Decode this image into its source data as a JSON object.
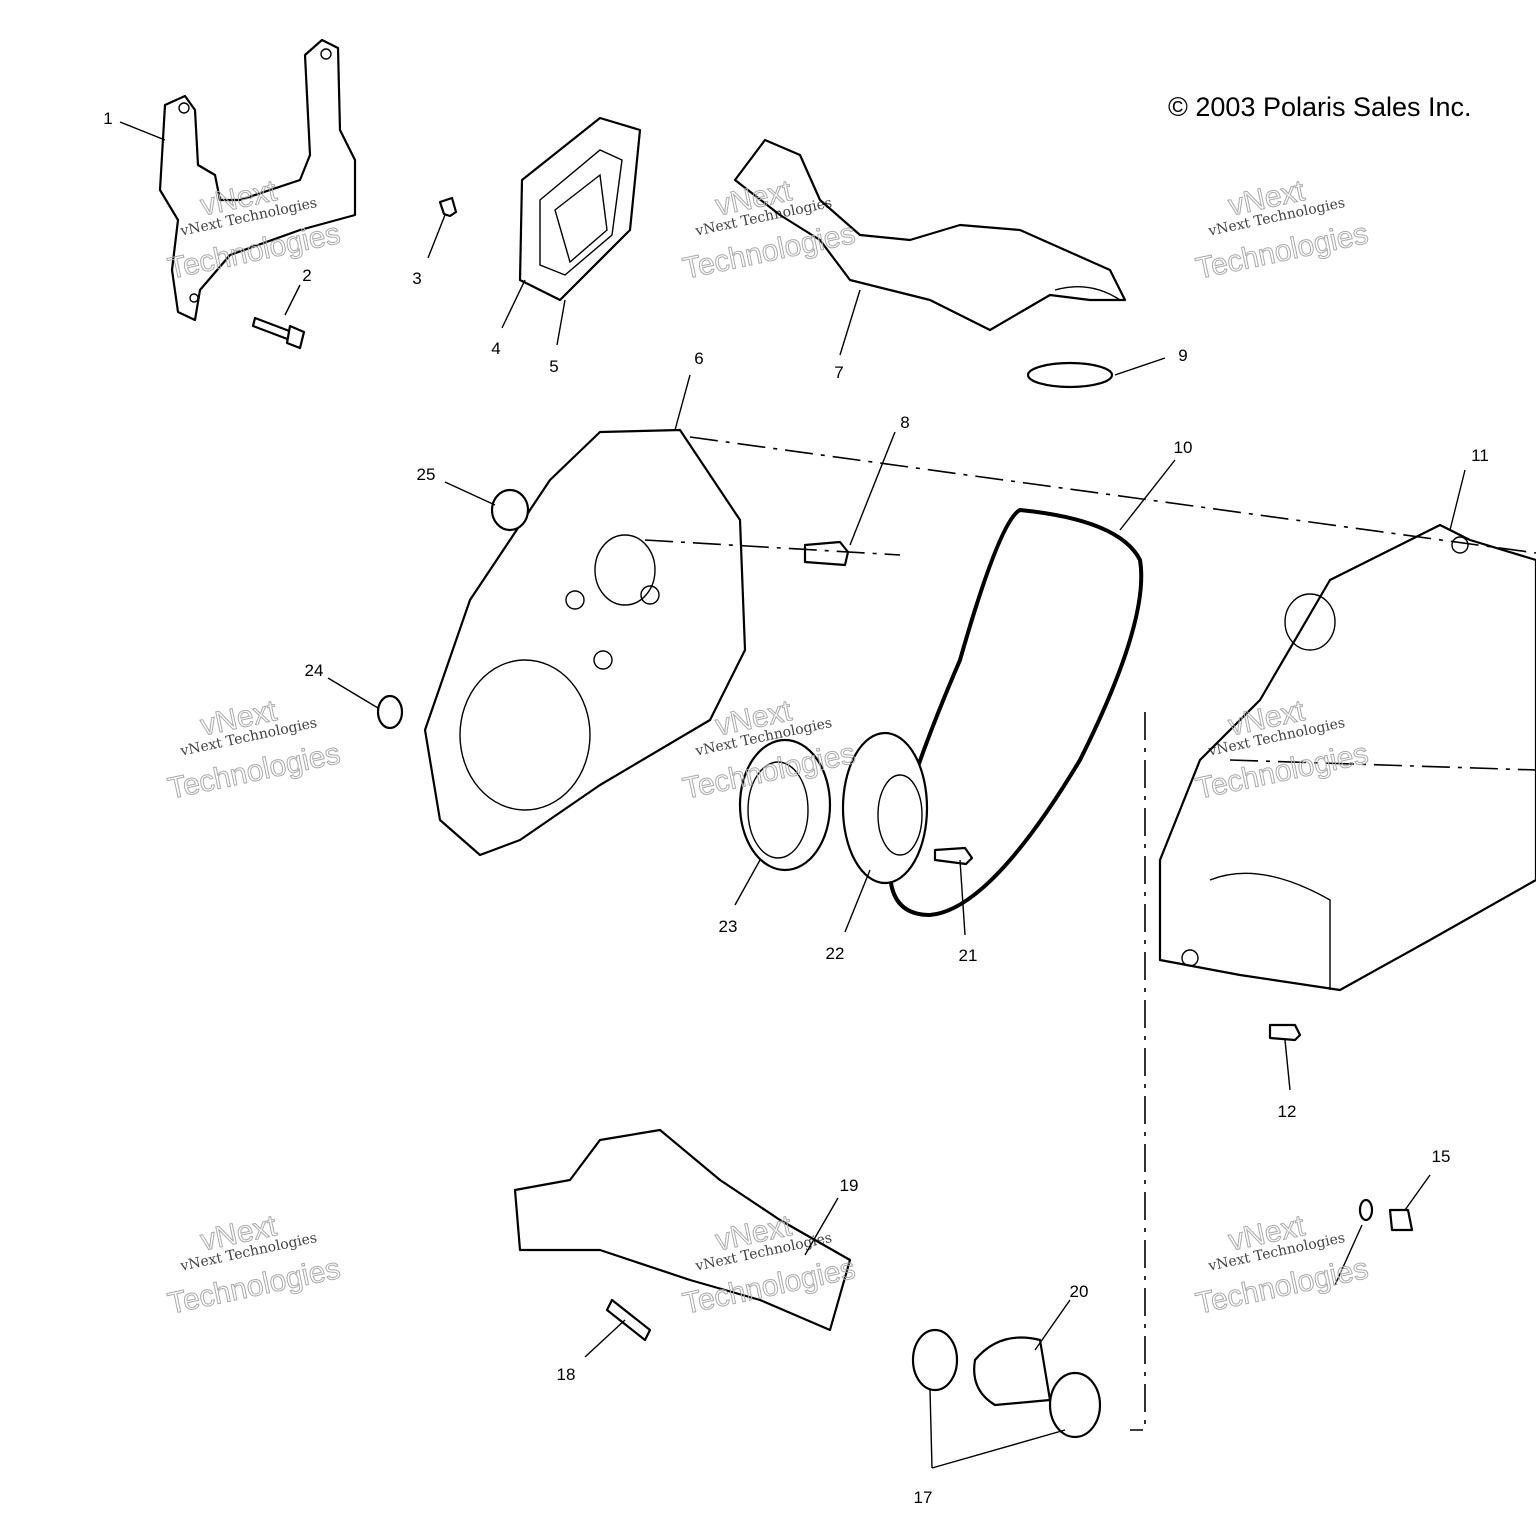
{
  "title": "Drive Belt Cover / Clutch Housing Parts Diagram",
  "copyright": "© 2003 Polaris Sales Inc.",
  "watermark": {
    "line1": "vNext Technologies",
    "line2": "Technologies",
    "line3": "vNext"
  },
  "callouts": [
    "1",
    "2",
    "3",
    "4",
    "5",
    "6",
    "7",
    "8",
    "9",
    "10",
    "11",
    "12",
    "15",
    "17",
    "18",
    "19",
    "20",
    "21",
    "22",
    "23",
    "24",
    "25"
  ]
}
